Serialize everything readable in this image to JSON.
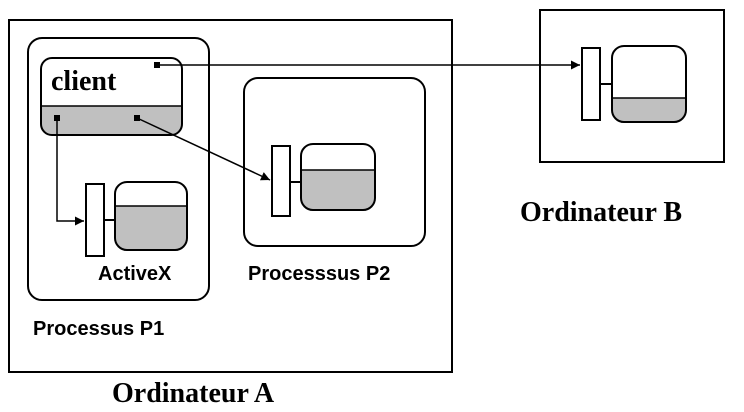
{
  "computer_a": {
    "label": "Ordinateur A"
  },
  "computer_b": {
    "label": "Ordinateur B"
  },
  "process_p1": {
    "label": "Processus P1",
    "client_label": "client",
    "component_label": "ActiveX"
  },
  "process_p2": {
    "label": "Processsus P2"
  },
  "colors": {
    "line": "#000000",
    "fill_gray": "#c0c0c0",
    "fill_white": "#ffffff"
  }
}
